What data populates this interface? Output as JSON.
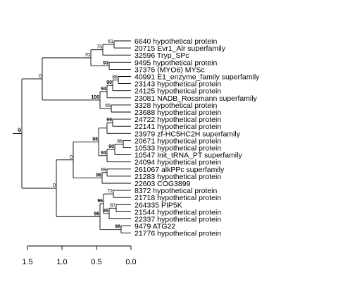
{
  "leaves": [
    "6640 hypothetical protein",
    "20715 Evr1_Alr superfamily",
    "32596 Tryp_SPc",
    "9495 hypothetical protein",
    "37376 (MYO6) MYSc",
    "40991 E1_enzyme_family superfamily",
    "23143 hypothetical protein",
    "24125 hypothetical protein",
    "23081 NADB_Rossmann superfamily",
    "3328 hypothetical protein",
    "23688 hypothetical protein",
    "24722 hypothetical protein",
    "22141 hypothetical protein",
    "23979 zf-HC5HC2H superfamily",
    "20671 hypothetical protein",
    "10533 hypothetical protein",
    "10547 Init_tRNA_PT superfamily",
    "24094 hypothetical protein",
    "261067 alkPPc superfamily",
    "21283 hypothetical protein",
    "22603 COG3899",
    "8372 hypothetical protein",
    "21718 hypothetical protein",
    "264335 PIP5K",
    "21544 hypothetical protein",
    "22337 hypothetical protein",
    "9479 ATG22",
    "21776 hypothetical protein"
  ],
  "supports": [
    {
      "label": "61",
      "bold": false
    },
    {
      "label": "75",
      "bold": false
    },
    {
      "label": "70",
      "bold": false
    },
    {
      "label": "93",
      "bold": true
    },
    {
      "label": "0",
      "bold": false
    },
    {
      "label": "88",
      "bold": false
    },
    {
      "label": "90",
      "bold": true
    },
    {
      "label": "94",
      "bold": true
    },
    {
      "label": "100",
      "bold": true
    },
    {
      "label": "55",
      "bold": false
    },
    {
      "label": "0",
      "bold": false
    },
    {
      "label": "99",
      "bold": true
    },
    {
      "label": "98",
      "bold": true
    },
    {
      "label": "88",
      "bold": false
    },
    {
      "label": "90",
      "bold": true
    },
    {
      "label": "93",
      "bold": true
    },
    {
      "label": "0",
      "bold": false
    },
    {
      "label": "89",
      "bold": false
    },
    {
      "label": "96",
      "bold": true
    },
    {
      "label": "0",
      "bold": false
    },
    {
      "label": "72",
      "bold": false
    },
    {
      "label": "96",
      "bold": true
    },
    {
      "label": "87",
      "bold": false
    },
    {
      "label": "95",
      "bold": true
    },
    {
      "label": "96",
      "bold": true
    },
    {
      "label": "98",
      "bold": true
    },
    {
      "label": "0",
      "bold": false
    }
  ],
  "scale": {
    "ticks": [
      {
        "value": 1.5,
        "label": "1.5"
      },
      {
        "value": 1.0,
        "label": "1.0"
      },
      {
        "value": 0.5,
        "label": "0.5"
      },
      {
        "value": 0.0,
        "label": "0.0"
      }
    ]
  }
}
